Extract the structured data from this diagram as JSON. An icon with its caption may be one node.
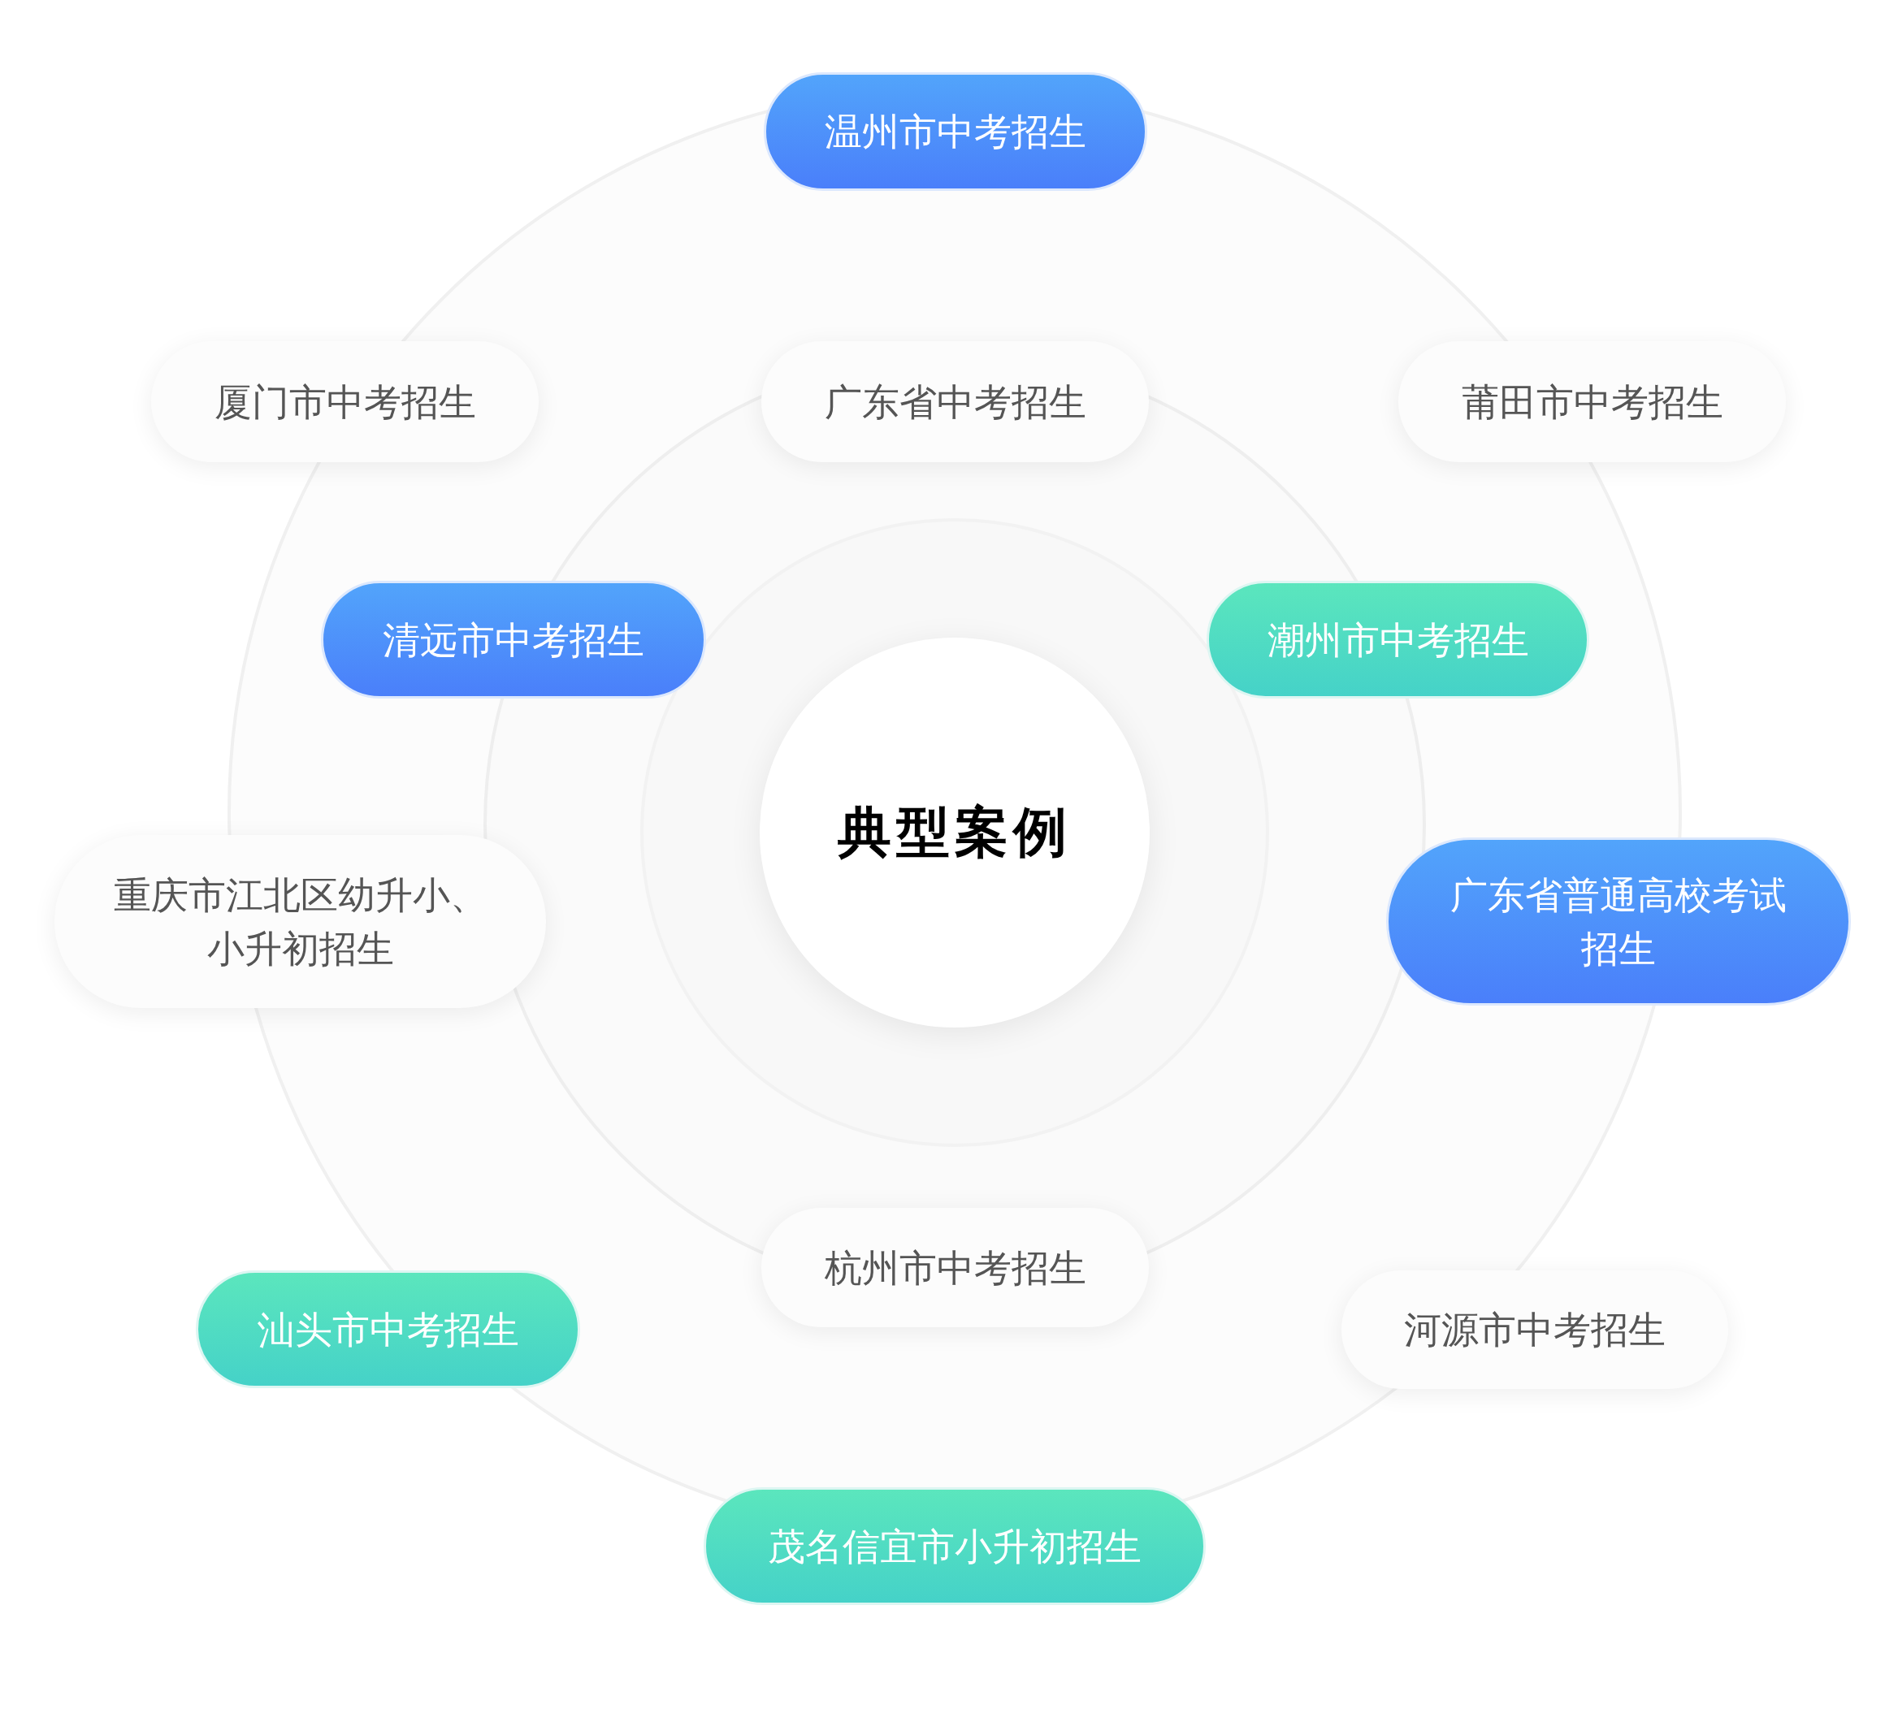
{
  "diagram": {
    "nodes": [
      {
        "text": [
          "典型案例"
        ]
      },
      {
        "text": [
          "温州市中考招生"
        ]
      },
      {
        "text": [
          "厦门市中考招生"
        ]
      },
      {
        "text": [
          "广东省中考招生"
        ]
      },
      {
        "text": [
          "莆田市中考招生"
        ]
      },
      {
        "text": [
          "清远市中考招生"
        ]
      },
      {
        "text": [
          "潮州市中考招生"
        ]
      },
      {
        "text": [
          "重庆市江北区幼升小、小升初招生"
        ]
      },
      {
        "text": [
          "广东省普通高校考试招生"
        ]
      },
      {
        "text": [
          "杭州市中考招生"
        ]
      },
      {
        "text": [
          "汕头市中考招生"
        ]
      },
      {
        "text": [
          "河源市中考招生"
        ]
      },
      {
        "text": [
          "茂名信宜市小升初招生"
        ]
      }
    ]
  }
}
